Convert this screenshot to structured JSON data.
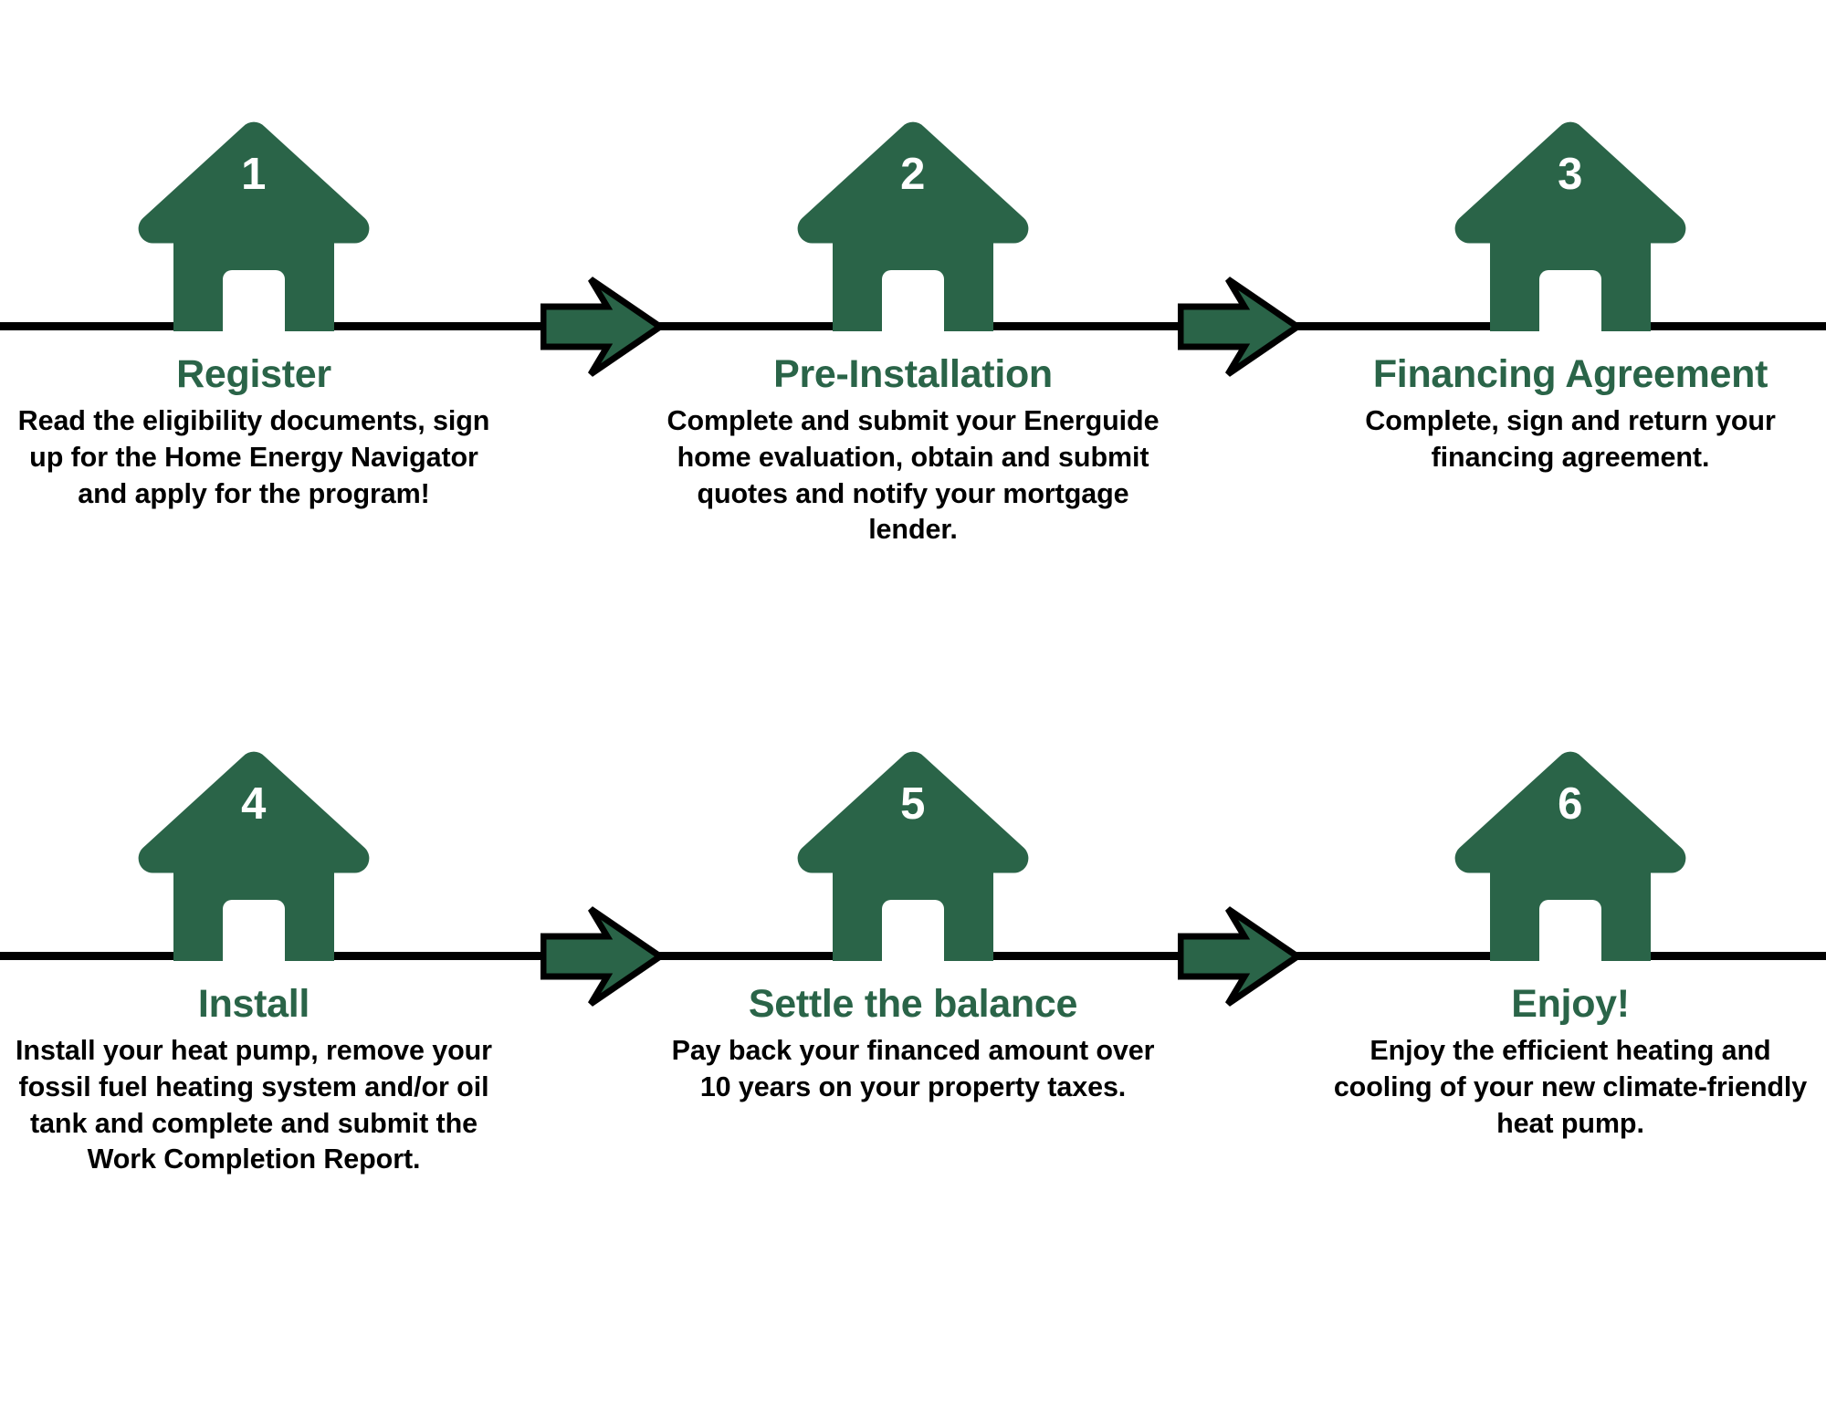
{
  "theme": {
    "brand_green": "#2A6448",
    "text_black": "#000000",
    "background": "#FFFFFF",
    "rail_color": "#000000"
  },
  "diagram": {
    "type": "process-flow",
    "orientation": "horizontal",
    "rows": 2,
    "columns": 3,
    "step_count": 6,
    "icon": "house-icon",
    "connector": "arrow-right-icon"
  },
  "steps": [
    {
      "number": "1",
      "title": "Register",
      "description": "Read the eligibility documents, sign up for the Home Energy Navigator and apply for the program!"
    },
    {
      "number": "2",
      "title": "Pre-Installation",
      "description": "Complete and submit your Energuide home evaluation, obtain and submit quotes and notify your mortgage lender."
    },
    {
      "number": "3",
      "title": "Financing Agreement",
      "description": "Complete, sign and return your financing agreement."
    },
    {
      "number": "4",
      "title": "Install",
      "description": "Install your heat pump, remove your fossil fuel heating system and/or oil tank and complete and submit the Work Completion Report."
    },
    {
      "number": "5",
      "title": "Settle the balance",
      "description": "Pay back your financed amount over 10 years on your property taxes."
    },
    {
      "number": "6",
      "title": "Enjoy!",
      "description": "Enjoy the efficient heating and cooling of your new climate-friendly heat pump."
    }
  ]
}
